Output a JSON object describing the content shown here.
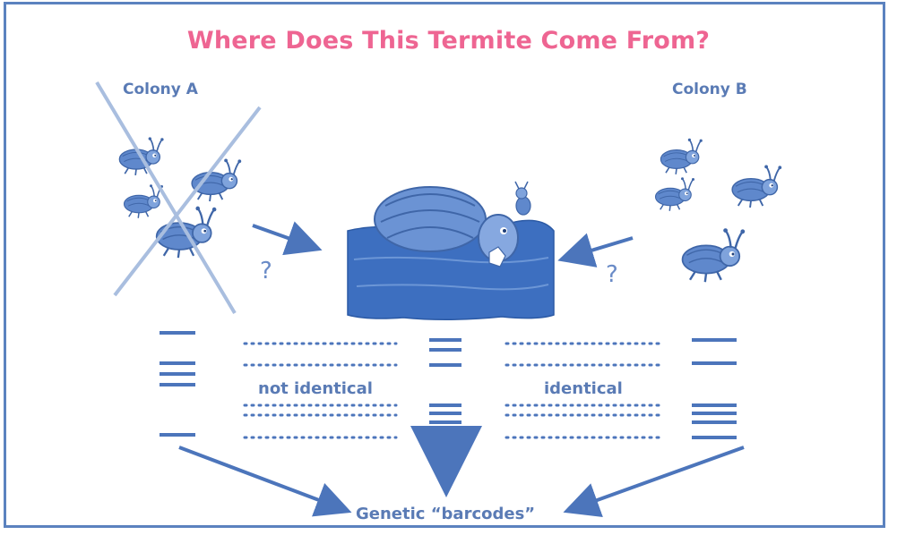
{
  "title": "Where Does This Termite Come From?",
  "colony_a": {
    "label": "Colony A"
  },
  "colony_b": {
    "label": "Colony B"
  },
  "question_left": "?",
  "question_right": "?",
  "comparison_left": "not identical",
  "comparison_right": "identical",
  "footer": "Genetic “barcodes”",
  "colors": {
    "title": "#ee6592",
    "accent": "#4c75bb",
    "text": "#5a7bb5",
    "frame": "#5b82bf"
  },
  "icons": [
    "termite-icon",
    "arrow-icon",
    "cross-out-icon",
    "barcode-icon"
  ]
}
